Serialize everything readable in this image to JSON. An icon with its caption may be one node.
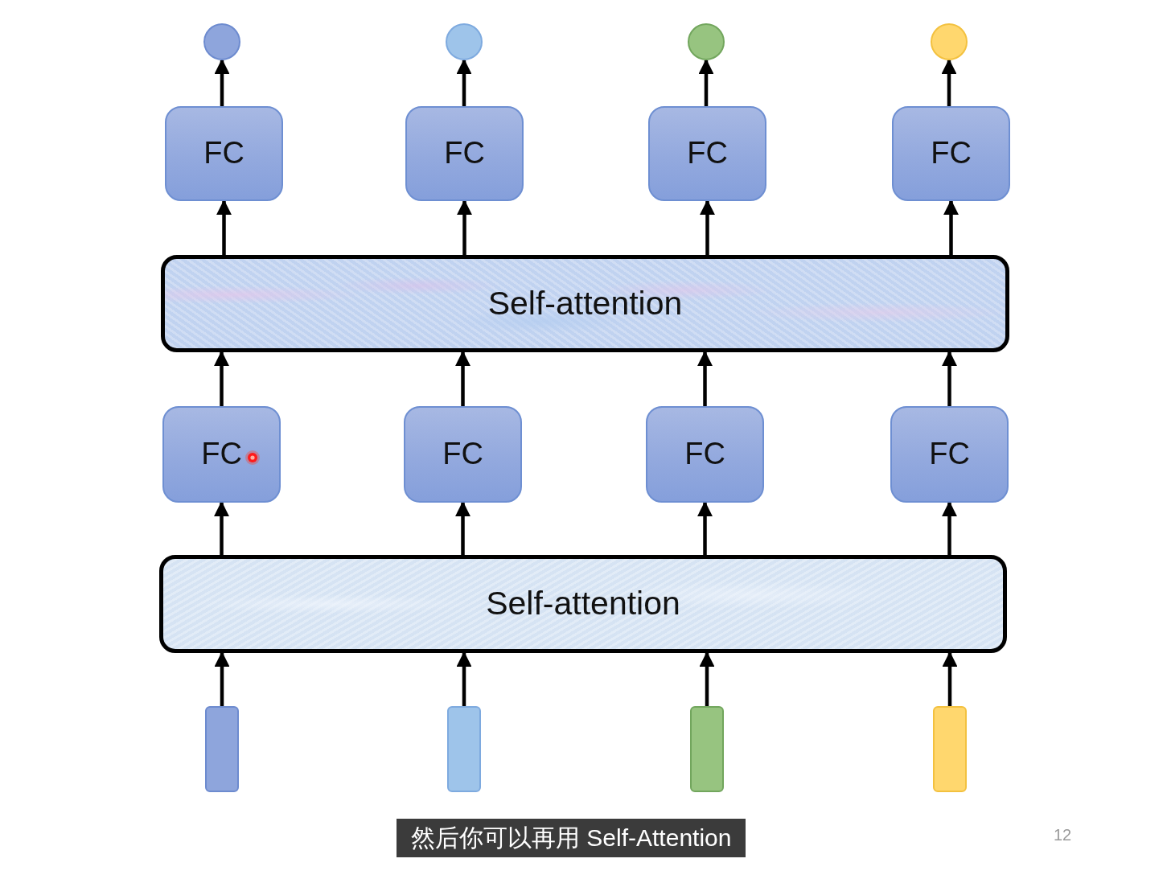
{
  "diagram": {
    "nodes": [
      {
        "text": [],
        "shape": "circle"
      },
      {
        "text": [],
        "shape": "circle"
      },
      {
        "text": [],
        "shape": "circle"
      },
      {
        "text": [],
        "shape": "circle"
      },
      {
        "text": [
          "FC"
        ]
      },
      {
        "text": [
          "FC"
        ]
      },
      {
        "text": [
          "FC"
        ]
      },
      {
        "text": [
          "FC"
        ]
      },
      {
        "text": [
          "Self-attention"
        ]
      },
      {
        "text": [
          "FC"
        ]
      },
      {
        "text": [
          "FC"
        ]
      },
      {
        "text": [
          "FC"
        ]
      },
      {
        "text": [
          "FC"
        ]
      },
      {
        "text": [
          "Self-attention"
        ]
      },
      {
        "text": [],
        "shape": "bar"
      },
      {
        "text": [],
        "shape": "bar"
      },
      {
        "text": [],
        "shape": "bar"
      },
      {
        "text": [],
        "shape": "bar"
      }
    ],
    "edges": [
      {
        "from": 14,
        "to": 13,
        "arrow": "to"
      },
      {
        "from": 15,
        "to": 13,
        "arrow": "to"
      },
      {
        "from": 16,
        "to": 13,
        "arrow": "to"
      },
      {
        "from": 17,
        "to": 13,
        "arrow": "to"
      },
      {
        "from": 13,
        "to": 9,
        "arrow": "to"
      },
      {
        "from": 13,
        "to": 10,
        "arrow": "to"
      },
      {
        "from": 13,
        "to": 11,
        "arrow": "to"
      },
      {
        "from": 13,
        "to": 12,
        "arrow": "to"
      },
      {
        "from": 9,
        "to": 8,
        "arrow": "to"
      },
      {
        "from": 10,
        "to": 8,
        "arrow": "to"
      },
      {
        "from": 11,
        "to": 8,
        "arrow": "to"
      },
      {
        "from": 12,
        "to": 8,
        "arrow": "to"
      },
      {
        "from": 8,
        "to": 4,
        "arrow": "to"
      },
      {
        "from": 8,
        "to": 5,
        "arrow": "to"
      },
      {
        "from": 8,
        "to": 6,
        "arrow": "to"
      },
      {
        "from": 8,
        "to": 7,
        "arrow": "to"
      },
      {
        "from": 4,
        "to": 0,
        "arrow": "to"
      },
      {
        "from": 5,
        "to": 1,
        "arrow": "to"
      },
      {
        "from": 6,
        "to": 2,
        "arrow": "to"
      },
      {
        "from": 7,
        "to": 3,
        "arrow": "to"
      }
    ],
    "labels": [
      "然后你可以再用 Self-Attention",
      "12"
    ]
  }
}
